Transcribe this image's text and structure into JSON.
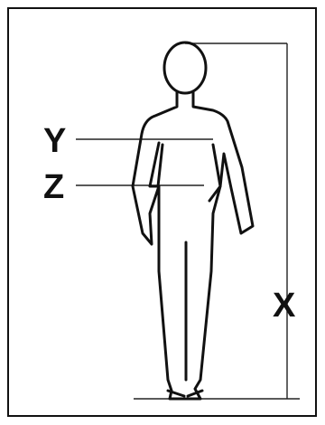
{
  "diagram": {
    "labels": {
      "height_marker": "X",
      "chest_marker": "Y",
      "waist_marker": "Z"
    },
    "colors": {
      "figure_stroke": "#111111",
      "guide_line": "#222222",
      "border": "#111111",
      "background": "#ffffff"
    }
  }
}
